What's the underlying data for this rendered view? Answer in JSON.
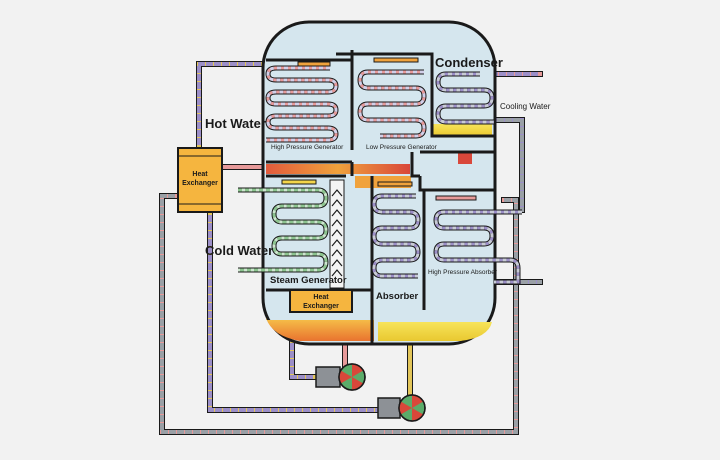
{
  "labels": {
    "condenser": "Condenser",
    "cooling_water": "Cooling Water",
    "hot_water": "Hot Water",
    "high_pressure_generator": "High Pressure Generator",
    "low_pressure_generator": "Low Pressure Generator",
    "heat_exchanger_left_line1": "Heat",
    "heat_exchanger_left_line2": "Exchanger",
    "cold_water": "Cold Water",
    "steam_generator": "Steam Generator",
    "heat_exchanger_bottom_line1": "Heat",
    "heat_exchanger_bottom_line2": "Exchanger",
    "absorber": "Absorber",
    "high_pressure_absorber": "High Pressure Absorber"
  },
  "colors": {
    "background": "#f2f2f2",
    "tank_fill": "#d5e6ee",
    "outline": "#1a1a1a",
    "pipe_violet": "#9c8fc8",
    "pipe_pink": "#e79a9a",
    "pipe_yellow": "#e3c65a",
    "pipe_grey": "#9aa0a6",
    "heat_exchanger": "#f5b53f",
    "hot_layer": "#d9473a",
    "liquid_yellow": "#f2d835",
    "liquid_orange": "#f3a43a",
    "pump_red": "#d9473a",
    "pump_green": "#5bab6a",
    "pump_body": "#8d9196"
  },
  "icons": [
    "pump-icon",
    "steam-chevron-icon",
    "spray-nozzle-icon"
  ]
}
